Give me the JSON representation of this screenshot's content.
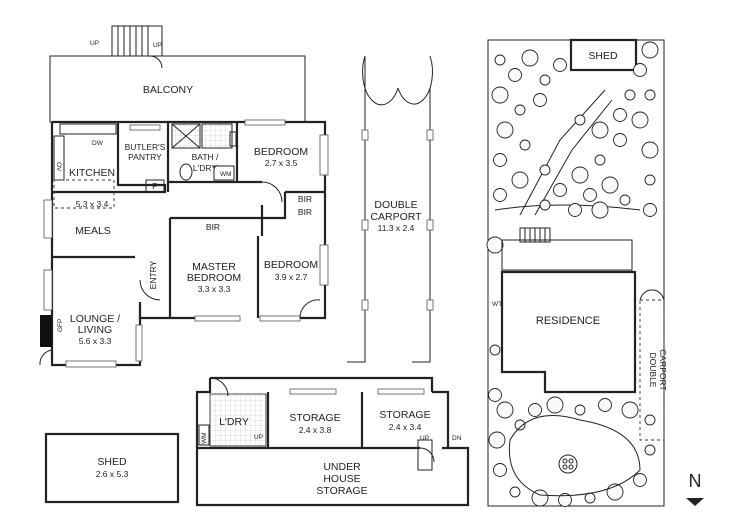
{
  "labels": {
    "balcony": "BALCONY",
    "up_top": "UP",
    "up_top2": "UP",
    "butlers_pantry_1": "BUTLER'S",
    "butlers_pantry_2": "PANTRY",
    "bath_1": "BATH /",
    "bath_2": "L'DRY",
    "wm": "WM",
    "bed1": "BEDROOM",
    "bed1_dim": "2.7 x 3.5",
    "kitchen": "KITCHEN",
    "dw": "DW",
    "ov": "OV",
    "p": "P",
    "kitchen_dim": "5.3 x 3.4",
    "bir1": "BIR",
    "bir2": "BIR",
    "bir3": "BIR",
    "meals": "MEALS",
    "entry": "ENTRY",
    "master_1": "MASTER",
    "master_2": "BEDROOM",
    "master_dim": "3.3 x 3.3",
    "bed2": "BEDROOM",
    "bed2_dim": "3.9 x 2.7",
    "lounge_1": "LOUNGE /",
    "lounge_2": "LIVING",
    "lounge_dim": "5.6 x 3.3",
    "gfp": "GFP",
    "carport_1": "DOUBLE",
    "carport_2": "CARPORT",
    "carport_dim": "11.3 x 2.4",
    "ldry": "L'DRY",
    "wm2": "WM",
    "up_low": "UP",
    "storage1": "STORAGE",
    "storage1_dim": "2.4 x 3.8",
    "storage2": "STORAGE",
    "storage2_dim": "2.4 x 3.4",
    "up_low2": "UP",
    "dn": "DN",
    "underhouse_1": "UNDER",
    "underhouse_2": "HOUSE",
    "underhouse_3": "STORAGE",
    "shed": "SHED",
    "shed_dim": "2.6 x 5.3",
    "site_shed": "SHED",
    "residence": "RESIDENCE",
    "site_carport_1": "DOUBLE",
    "site_carport_2": "CARPORT",
    "site_wt": "WT",
    "north": "N"
  }
}
